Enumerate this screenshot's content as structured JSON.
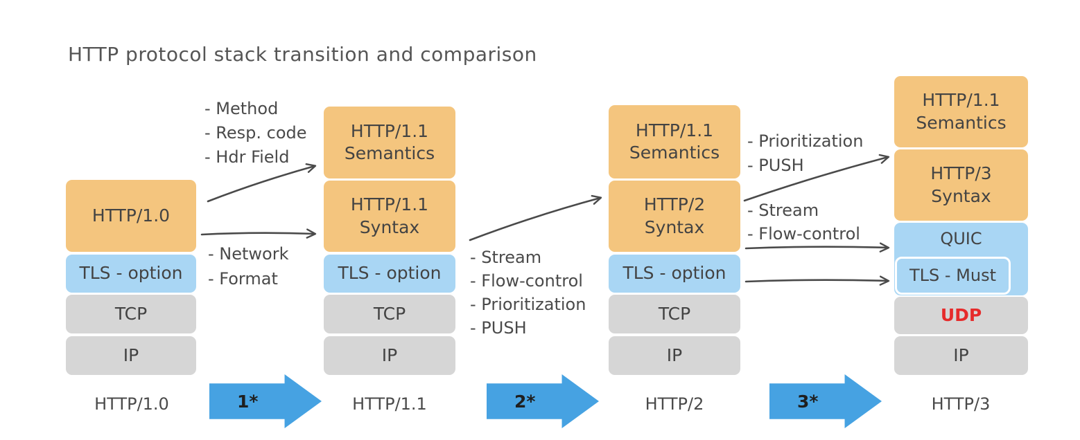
{
  "title": "HTTP protocol stack transition and comparison",
  "colors": {
    "layer_orange": "#f4c57e",
    "layer_blue": "#a9d6f4",
    "layer_gray": "#d6d6d6",
    "big_arrow_blue": "#46a2e2",
    "ink": "#4a4a4a",
    "udp_red": "#e62b2b"
  },
  "stacks": [
    {
      "caption": "HTTP/1.0",
      "layers": {
        "app": "HTTP/1.0",
        "tls": "TLS - option",
        "l4": "TCP",
        "l3": "IP"
      }
    },
    {
      "caption": "HTTP/1.1",
      "layers": {
        "semantics": "HTTP/1.1 Semantics",
        "syntax": "HTTP/1.1 Syntax",
        "tls": "TLS - option",
        "l4": "TCP",
        "l3": "IP"
      }
    },
    {
      "caption": "HTTP/2",
      "layers": {
        "semantics": "HTTP/1.1 Semantics",
        "syntax": "HTTP/2 Syntax",
        "tls": "TLS - option",
        "l4": "TCP",
        "l3": "IP"
      }
    },
    {
      "caption": "HTTP/3",
      "layers": {
        "semantics": "HTTP/1.1 Semantics",
        "syntax": "HTTP/3 Syntax",
        "quic": "QUIC",
        "tls": "TLS - Must",
        "l4": "UDP",
        "l3": "IP"
      }
    }
  ],
  "transitions": [
    {
      "arrow_label": "1*",
      "top_notes": [
        "- Method",
        "- Resp. code",
        "- Hdr Field"
      ],
      "bottom_notes": [
        "- Network",
        "- Format"
      ]
    },
    {
      "arrow_label": "2*",
      "notes": [
        "- Stream",
        "- Flow-control",
        "- Prioritization",
        "- PUSH"
      ]
    },
    {
      "arrow_label": "3*",
      "top_notes": [
        "- Prioritization",
        "- PUSH"
      ],
      "mid_notes": [
        "- Stream",
        "- Flow-control"
      ]
    }
  ]
}
